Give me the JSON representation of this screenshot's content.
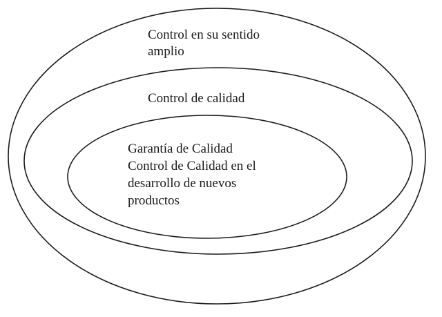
{
  "diagram": {
    "outer": {
      "lines": [
        "Control en su sentido",
        "amplio"
      ]
    },
    "middle": {
      "lines": [
        "Control de calidad"
      ]
    },
    "inner": {
      "lines": [
        "Garantía de Calidad",
        "Control de Calidad en el",
        "desarrollo de nuevos",
        "productos"
      ]
    }
  }
}
